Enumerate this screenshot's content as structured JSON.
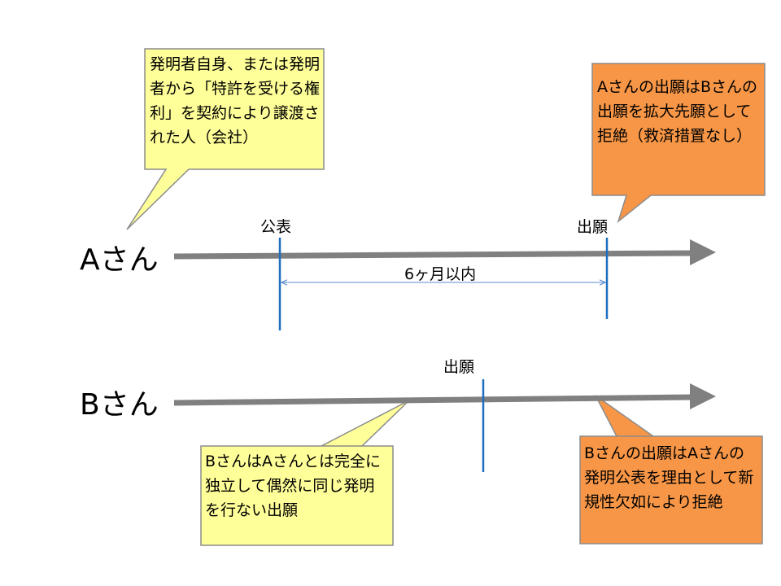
{
  "persons": {
    "a": "Aさん",
    "b": "Bさん"
  },
  "labels": {
    "publication": "公表",
    "filing_a": "出願",
    "filing_b": "出願",
    "period": "6ヶ月以内"
  },
  "callouts": {
    "inventor": "発明者自身、または発明者から「特許を受ける権利」を契約により譲渡された人（会社）",
    "a_rejected": "Aさんの出願はBさんの出願を拡大先願として拒絶（救済措置なし）",
    "b_independent": "BさんはAさんとは完全に独立して偶然に同じ発明を行ない出願",
    "b_rejected": "Bさんの出願はAさんの発明公表を理由として新規性欠如により拒絶"
  },
  "colors": {
    "yellow_fill": "#FFFF99",
    "orange_fill": "#F79646",
    "timeline": "#808080",
    "marker": "#1F6FBF",
    "period_arrow": "#5B8BD0",
    "outline": "#8C8C8C"
  }
}
